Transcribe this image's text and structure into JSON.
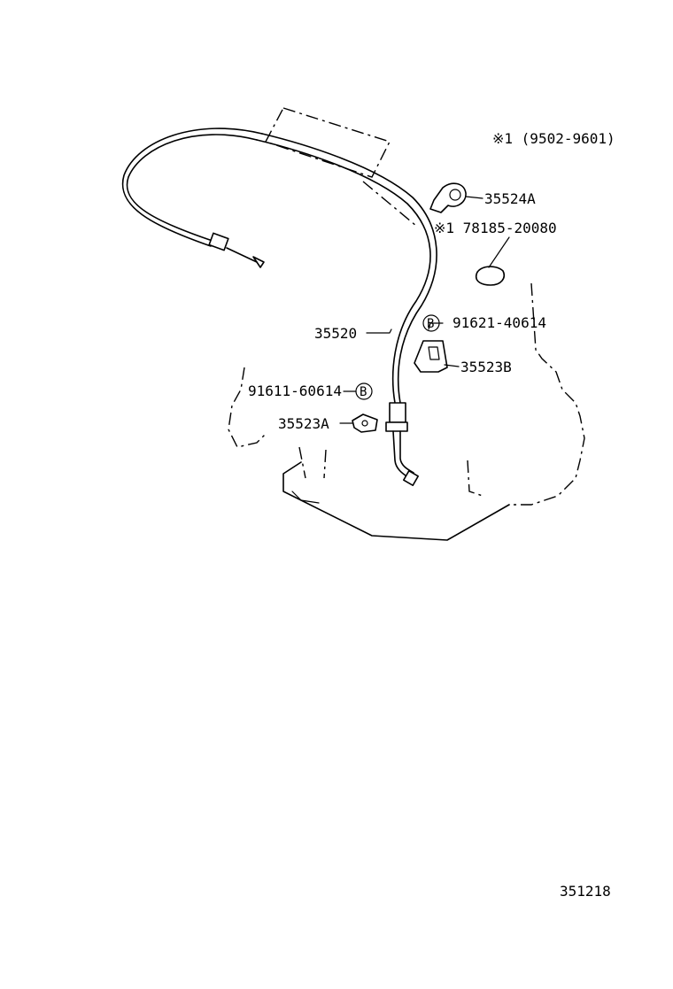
{
  "note": {
    "date_range": "※1 (9502-9601)",
    "note_part": "※1 78185-20080"
  },
  "parts": {
    "cable": "35520",
    "clamp": "35524A",
    "bracket_b": "35523B",
    "bracket_a": "35523A",
    "bolt_right": "91621-40614",
    "bolt_left": "91611-60614"
  },
  "symbols": {
    "bolt_marker": "B"
  },
  "footer": {
    "illustration_no": "351218"
  }
}
